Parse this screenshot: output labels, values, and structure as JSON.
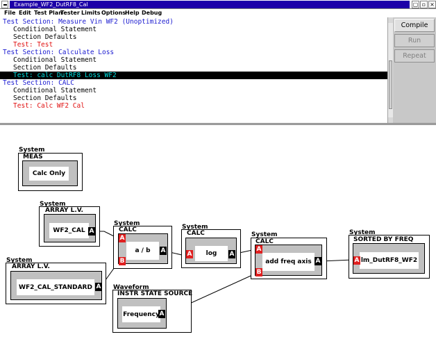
{
  "window": {
    "title": "Example_WF2_DutRF8_Cal",
    "buttons": {
      "minimize": "▢",
      "maximize": "▫",
      "close": "×"
    }
  },
  "menu": [
    "File",
    "Edit",
    "Test Plan",
    "Tester",
    "Limits",
    "Options",
    "Help",
    "Debug"
  ],
  "editor": {
    "lines": [
      {
        "text": "Test Section: Measure Vin WF2 (Unoptimized)",
        "kind": "section"
      },
      {
        "text": "Conditional Statement",
        "kind": "plain"
      },
      {
        "text": "Section Defaults",
        "kind": "plain"
      },
      {
        "text": "Test: Test",
        "kind": "test"
      },
      {
        "text": "Test Section: Calculate Loss",
        "kind": "section"
      },
      {
        "text": "Conditional Statement",
        "kind": "plain"
      },
      {
        "text": "Section Defaults",
        "kind": "plain"
      },
      {
        "text": "Test: calc DutRF8 Loss WF2",
        "kind": "selected"
      },
      {
        "text": "Test Section: CALC",
        "kind": "section"
      },
      {
        "text": "Conditional Statement",
        "kind": "plain"
      },
      {
        "text": "Section Defaults",
        "kind": "plain"
      },
      {
        "text": "Test: Calc WF2 Cal",
        "kind": "test"
      }
    ]
  },
  "side_buttons": {
    "compile": "Compile",
    "run": "Run",
    "repeat": "Repeat"
  },
  "diagram": {
    "nodes": {
      "meas": {
        "group": "System",
        "title": "MEAS",
        "body": "Calc Only"
      },
      "wf2_cal": {
        "group": "System",
        "title": "ARRAY L.V.",
        "body": "WF2_CAL",
        "out": "A"
      },
      "wf2_cal_std": {
        "group": "System",
        "title": "ARRAY L.V.",
        "body": "WF2_CAL_STANDARD",
        "out": "A"
      },
      "ab": {
        "group": "System",
        "title": "CALC",
        "body": "a / b",
        "in_a": "A",
        "in_b": "B",
        "out": "A"
      },
      "log": {
        "group": "System",
        "title": "CALC",
        "body": "log",
        "in_a": "A",
        "out": "A"
      },
      "freq_axis": {
        "group": "System",
        "title": "CALC",
        "body": "add freq axis",
        "in_a": "A",
        "in_b": "B",
        "out": "A"
      },
      "sorted": {
        "group": "System",
        "title": "SORTED BY FREQ",
        "body": "lm_DutRF8_WF2",
        "in_a": "A"
      },
      "waveform": {
        "group": "Waveform",
        "title": "INSTR STATE SOURCE",
        "body": "Frequency",
        "out": "A"
      }
    }
  },
  "colors": {
    "title_bar": "#1c00a8",
    "section_text": "#1a1ad0",
    "test_text": "#e01010",
    "selected_text": "#00e0e0",
    "input_port": "#e02020",
    "output_port": "#000000"
  }
}
